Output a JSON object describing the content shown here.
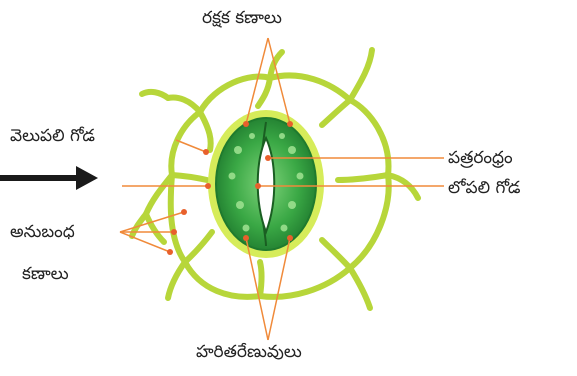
{
  "labels": {
    "guard_cells": "రక్షక కణాలు",
    "outer_wall": "వెలుపలి గోడ",
    "stoma": "పత్రరంధ్రం",
    "inner_wall": "లోపలి గోడ",
    "subsidiary_cells_line1": "అనుబంధ",
    "subsidiary_cells_line2": "కణాలు",
    "chloroplasts": "హరితరేణువులు"
  },
  "colors": {
    "leader_line": "#f08a3a",
    "cell_wall": "#b7d63a",
    "guard_cell": "#3aa845",
    "stoma_slit": "#ffffff",
    "arrow": "#1a1a1a"
  }
}
